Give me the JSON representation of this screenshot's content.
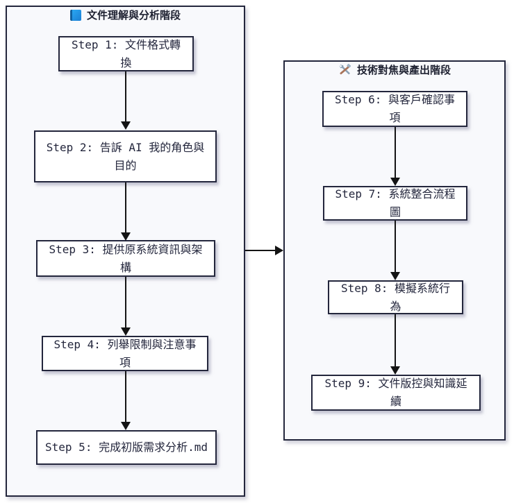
{
  "diagram": {
    "type": "flowchart",
    "phases": [
      {
        "icon": "blue-book-icon",
        "title": "文件理解與分析階段",
        "steps": [
          {
            "label": "Step 1: 文件格式轉換"
          },
          {
            "label": "Step 2: 告訴 AI 我的角色與目的"
          },
          {
            "label": "Step 3: 提供原系統資訊與架構"
          },
          {
            "label": "Step 4: 列舉限制與注意事項"
          },
          {
            "label": "Step 5: 完成初版需求分析.md"
          }
        ]
      },
      {
        "icon": "hammer-wrench-icon",
        "title": "技術對焦與產出階段",
        "steps": [
          {
            "label": "Step 6: 與客戶確認事項"
          },
          {
            "label": "Step 7: 系統整合流程圖"
          },
          {
            "label": "Step 8: 模擬系統行為"
          },
          {
            "label": "Step 9: 文件版控與知識延續"
          }
        ]
      }
    ],
    "connections": [
      "step1->step2",
      "step2->step3",
      "step3->step4",
      "step4->step5",
      "phase1->phase2",
      "step6->step7",
      "step7->step8",
      "step8->step9"
    ],
    "colors": {
      "page_background": "#ffffff",
      "container_fill": "#f8f9fc",
      "container_border": "#23263c",
      "node_fill": "#ffffff",
      "node_border": "#23263c",
      "arrow": "#141414",
      "text": "#23263c",
      "book_icon_blue": "#1e88e5",
      "wrench_gray": "#8aa0b4",
      "hammer_brown": "#a9745a"
    }
  }
}
